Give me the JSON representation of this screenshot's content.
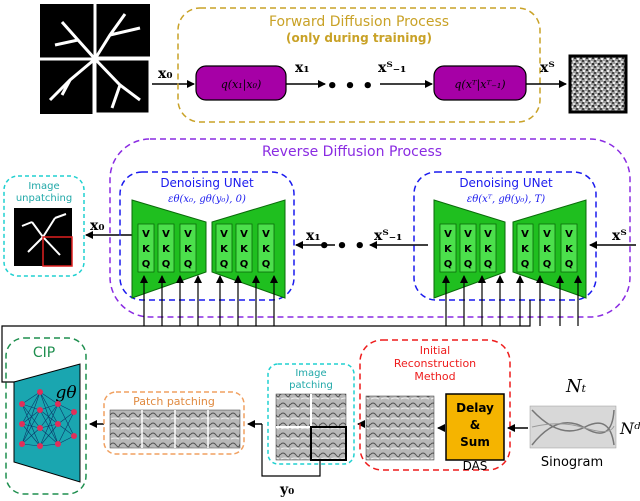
{
  "forward": {
    "title": "Forward Diffusion Process",
    "subtitle": "(only during training)",
    "q_first": "q(x₁|x₀)",
    "q_last": "q(xᵀ|xᵀ₋₁)",
    "x0": "x₀",
    "x1": "x₁",
    "xTm1": "xᵀ₋₁",
    "xT": "xᵀ",
    "dots": "• • •"
  },
  "reverse": {
    "title": "Reverse Diffusion Process",
    "x0": "x₀",
    "x1": "x₁",
    "xTm1": "xᵀ₋₁",
    "xT": "xᵀ",
    "dots": "• • •",
    "unet_left": {
      "title": "Denoising UNet",
      "formula": "εθ(x₀, gθ(y₀), 0)"
    },
    "unet_right": {
      "title": "Denoising UNet",
      "formula": "εθ(xᵀ, gθ(y₀), T)"
    },
    "block_letters": [
      "V",
      "K",
      "Q"
    ]
  },
  "unpatching": {
    "line1": "Image",
    "line2": "unpatching"
  },
  "cip": {
    "title": "CIP",
    "symbol": "gθ"
  },
  "patch_patching": {
    "label": "Patch patching"
  },
  "image_patching": {
    "line1": "Image",
    "line2": "patching"
  },
  "initial": {
    "line1": "Initial",
    "line2": "Reconstruction",
    "line3": "Method"
  },
  "das": {
    "line1": "Delay",
    "line2": "&",
    "line3": "Sum",
    "caption": "DAS"
  },
  "sinogram": {
    "label": "Sinogram",
    "nt": "Nₜ",
    "nd": "Nᵈ"
  },
  "y0": "y₀",
  "colors": {
    "forward_border": "#c9a227",
    "forward_title": "#c9a227",
    "q_fill": "#a600a6",
    "reverse_border": "#8a2be2",
    "reverse_title": "#8a2be2",
    "unet_border": "#1a1aee",
    "unet_fill": "#1fbf1f",
    "unet_block": "#4ce04c",
    "unpatch_border": "#20d0d0",
    "cip_border": "#1f8f4f",
    "cip_fill": "#1aa6b0",
    "cip_node": "#e0305a",
    "patch_border": "#f0a060",
    "initial_border": "#ee1c1c",
    "das_fill": "#f5b400"
  }
}
